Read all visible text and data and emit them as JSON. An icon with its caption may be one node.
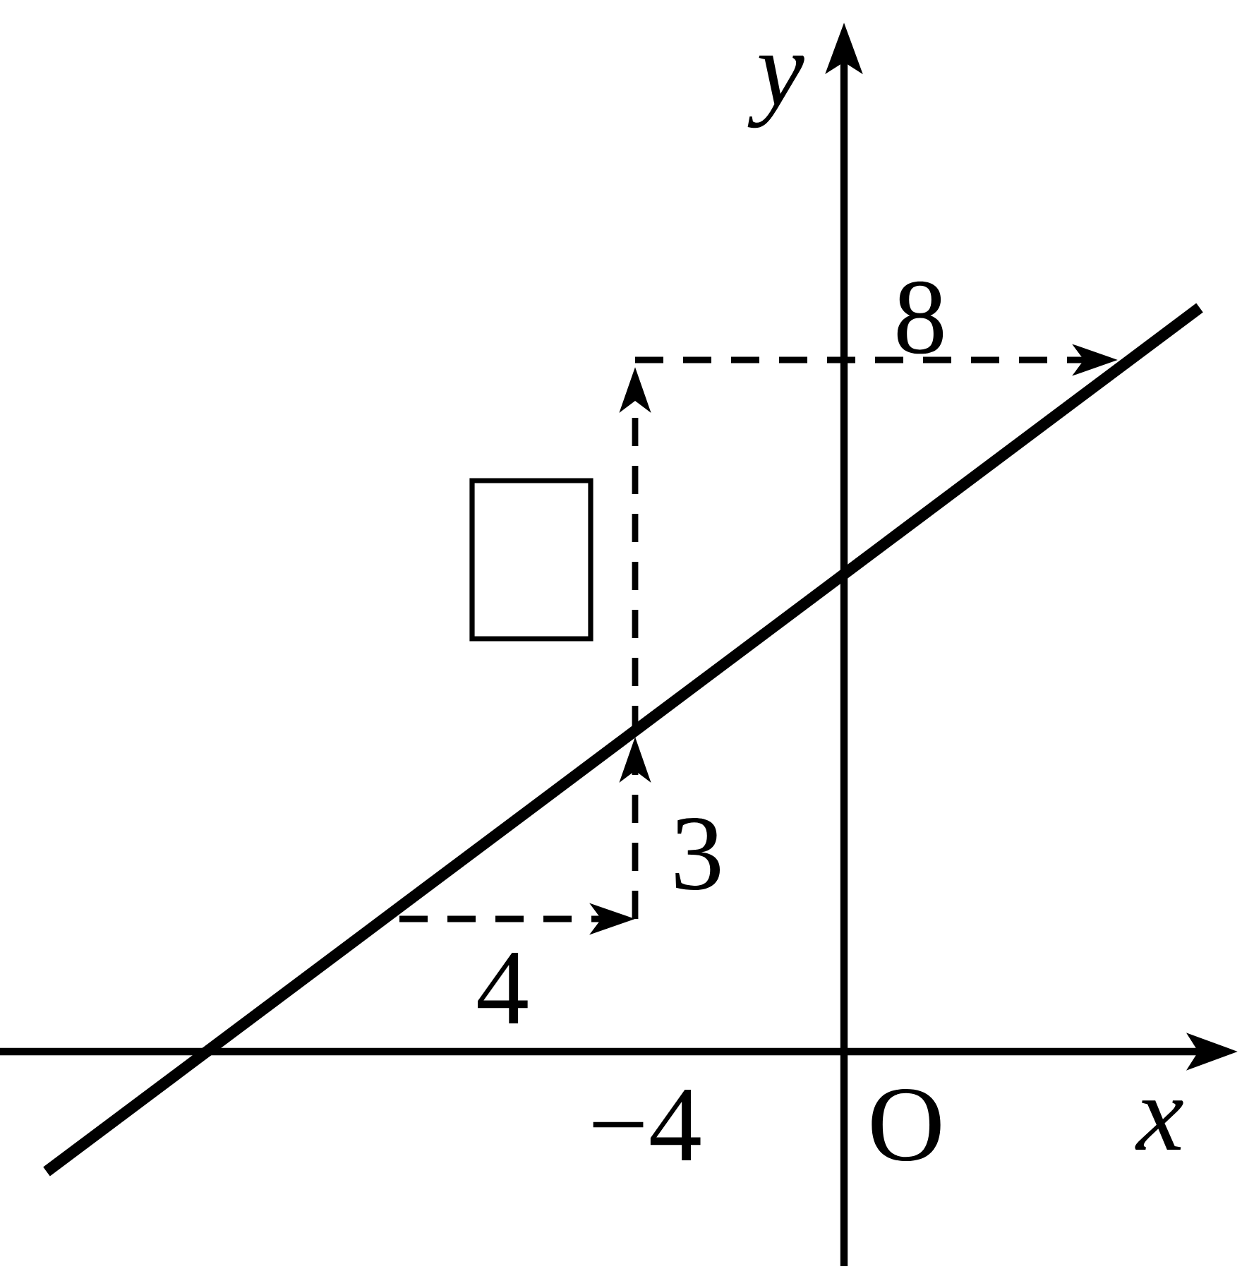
{
  "diagram": {
    "nodes": [
      {
        "text": [],
        "shape": "box"
      }
    ],
    "edges": [],
    "labels": [
      "y",
      "8",
      "3",
      "4",
      "−4",
      "O",
      "x"
    ]
  }
}
